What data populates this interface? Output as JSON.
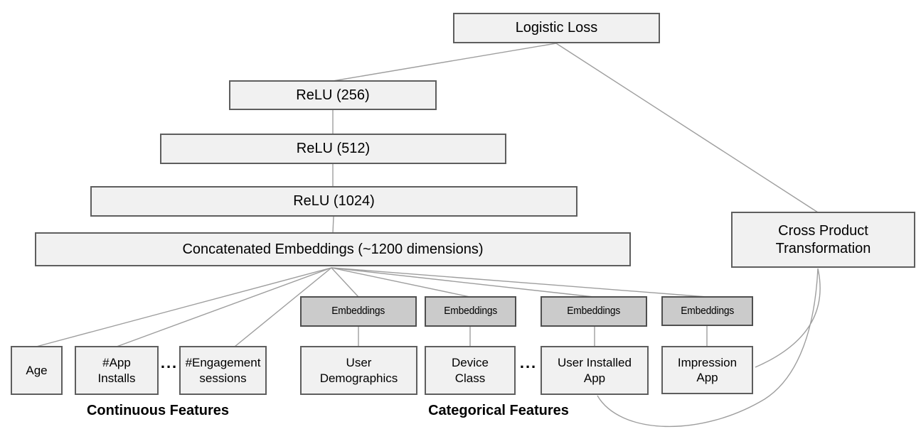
{
  "diagram": {
    "title_hint": "Wide and Deep model architecture",
    "nodes": {
      "logistic_loss": {
        "label": "Logistic Loss"
      },
      "relu_256": {
        "label": "ReLU (256)"
      },
      "relu_512": {
        "label": "ReLU (512)"
      },
      "relu_1024": {
        "label": "ReLU (1024)"
      },
      "concatenated_embeddings": {
        "label": "Concatenated Embeddings (~1200 dimensions)"
      },
      "cross_product": {
        "label": "Cross Product Transformation"
      },
      "embeddings_1": {
        "label": "Embeddings"
      },
      "embeddings_2": {
        "label": "Embeddings"
      },
      "embeddings_3": {
        "label": "Embeddings"
      },
      "embeddings_4": {
        "label": "Embeddings"
      },
      "age": {
        "label": "Age"
      },
      "app_installs": {
        "label": "#App Installs"
      },
      "engagement_sessions": {
        "label": "#Engagement sessions"
      },
      "user_demographics": {
        "label": "User Demographics"
      },
      "device_class": {
        "label": "Device Class"
      },
      "user_installed_app": {
        "label": "User Installed App"
      },
      "impression_app": {
        "label": "Impression App"
      }
    },
    "ellipsis": "...",
    "captions": {
      "continuous": "Continuous Features",
      "categorical": "Categorical Features"
    },
    "edges": [
      {
        "from": "logistic_loss",
        "to": "relu_256"
      },
      {
        "from": "logistic_loss",
        "to": "cross_product"
      },
      {
        "from": "relu_256",
        "to": "relu_512"
      },
      {
        "from": "relu_512",
        "to": "relu_1024"
      },
      {
        "from": "relu_1024",
        "to": "concatenated_embeddings"
      },
      {
        "from": "concatenated_embeddings",
        "to": "age"
      },
      {
        "from": "concatenated_embeddings",
        "to": "app_installs"
      },
      {
        "from": "concatenated_embeddings",
        "to": "engagement_sessions"
      },
      {
        "from": "concatenated_embeddings",
        "to": "embeddings_1"
      },
      {
        "from": "concatenated_embeddings",
        "to": "embeddings_2"
      },
      {
        "from": "concatenated_embeddings",
        "to": "embeddings_3"
      },
      {
        "from": "concatenated_embeddings",
        "to": "embeddings_4"
      },
      {
        "from": "embeddings_1",
        "to": "user_demographics"
      },
      {
        "from": "embeddings_2",
        "to": "device_class"
      },
      {
        "from": "embeddings_3",
        "to": "user_installed_app"
      },
      {
        "from": "embeddings_4",
        "to": "impression_app"
      },
      {
        "from": "user_installed_app",
        "to": "cross_product",
        "style": "curved"
      },
      {
        "from": "impression_app",
        "to": "cross_product",
        "style": "curved"
      }
    ],
    "colors": {
      "background": "#ffffff",
      "box_fill": "#f1f1f1",
      "box_border": "#5e5e5e",
      "embedding_fill": "#cbcbcb",
      "embedding_border": "#4f4f4f",
      "edge": "#9e9e9e",
      "text": "#000000"
    }
  }
}
